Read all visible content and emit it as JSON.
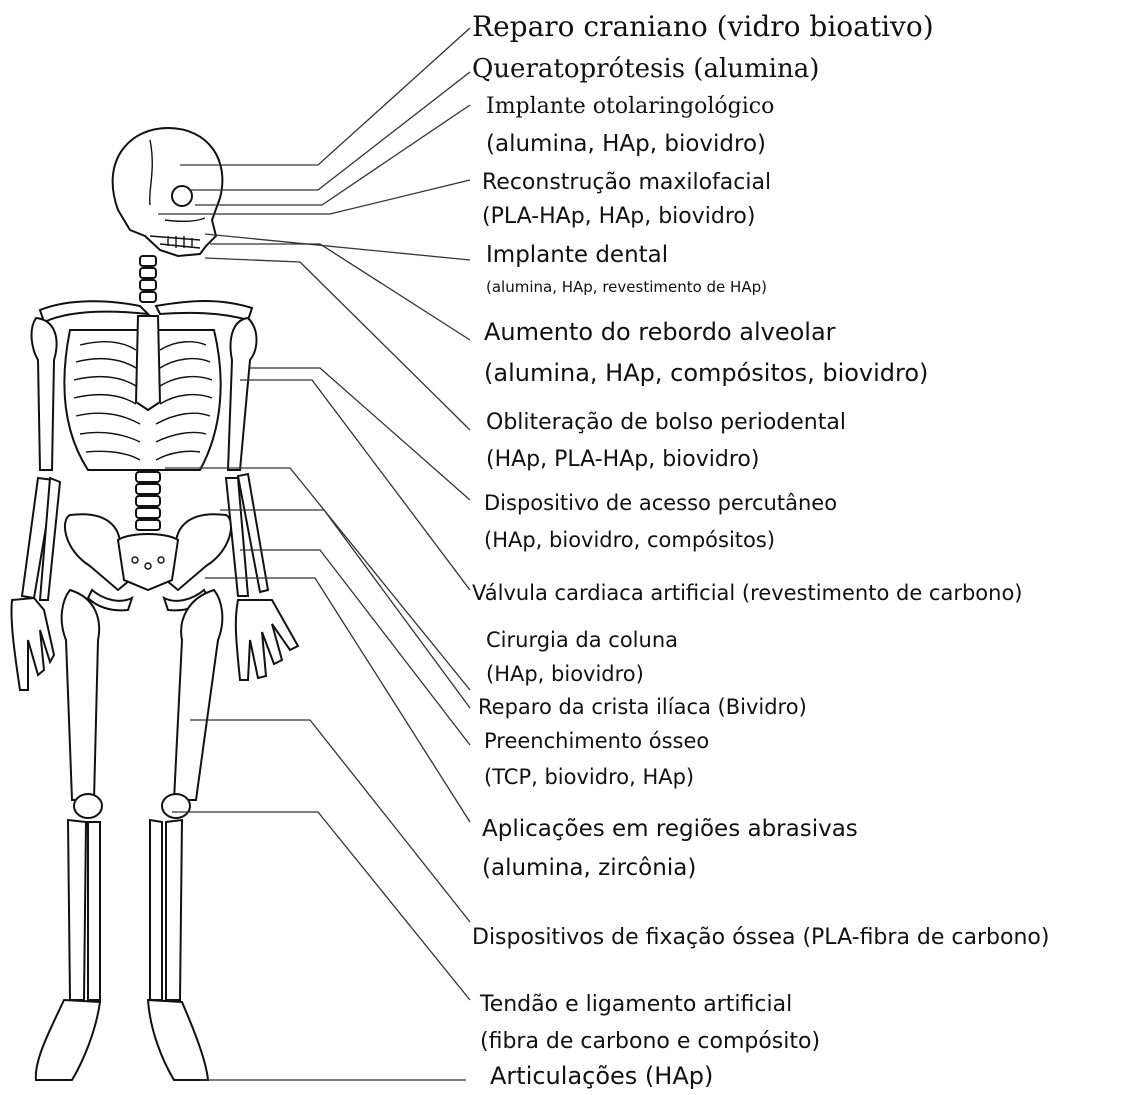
{
  "labels": {
    "reparo_craniano": "Reparo craniano (vidro bioativo)",
    "queratoprotesis": "Queratoprótesis (alumina)",
    "implante_oto_1": "Implante otolaringológico",
    "implante_oto_2": "(alumina, HAp, biovidro)",
    "reconstrucao_1": "Reconstrução maxilofacial",
    "reconstrucao_2": "(PLA-HAp, HAp, biovidro)",
    "implante_dental_1": "Implante dental",
    "implante_dental_2": "(alumina, HAp, revestimento de HAp)",
    "aumento_1": "Aumento do rebordo alveolar",
    "aumento_2": "(alumina, HAp, compósitos, biovidro)",
    "obliteracao_1": "Obliteração de bolso periodental",
    "obliteracao_2": "(HAp, PLA-HAp, biovidro)",
    "dispositivo_acesso_1": "Dispositivo de acesso percutâneo",
    "dispositivo_acesso_2": "(HAp, biovidro, compósitos)",
    "valvula": "Válvula cardiaca artificial (revestimento de carbono)",
    "cirurgia_1": "Cirurgia da coluna",
    "cirurgia_2": "(HAp, biovidro)",
    "reparo_crista": "Reparo da crista ilíaca (Bividro)",
    "preenchimento_1": "Preenchimento ósseo",
    "preenchimento_2": "(TCP, biovidro, HAp)",
    "aplicacoes_1": "Aplicações em regiões abrasivas",
    "aplicacoes_2": "(alumina, zircônia)",
    "fixacao": "Dispositivos de fixação óssea (PLA-fibra de carbono)",
    "tendao_1": "Tendão e ligamento artificial",
    "tendao_2": "(fibra de carbono e compósito)",
    "articulacoes": "Articulações (HAp)"
  }
}
